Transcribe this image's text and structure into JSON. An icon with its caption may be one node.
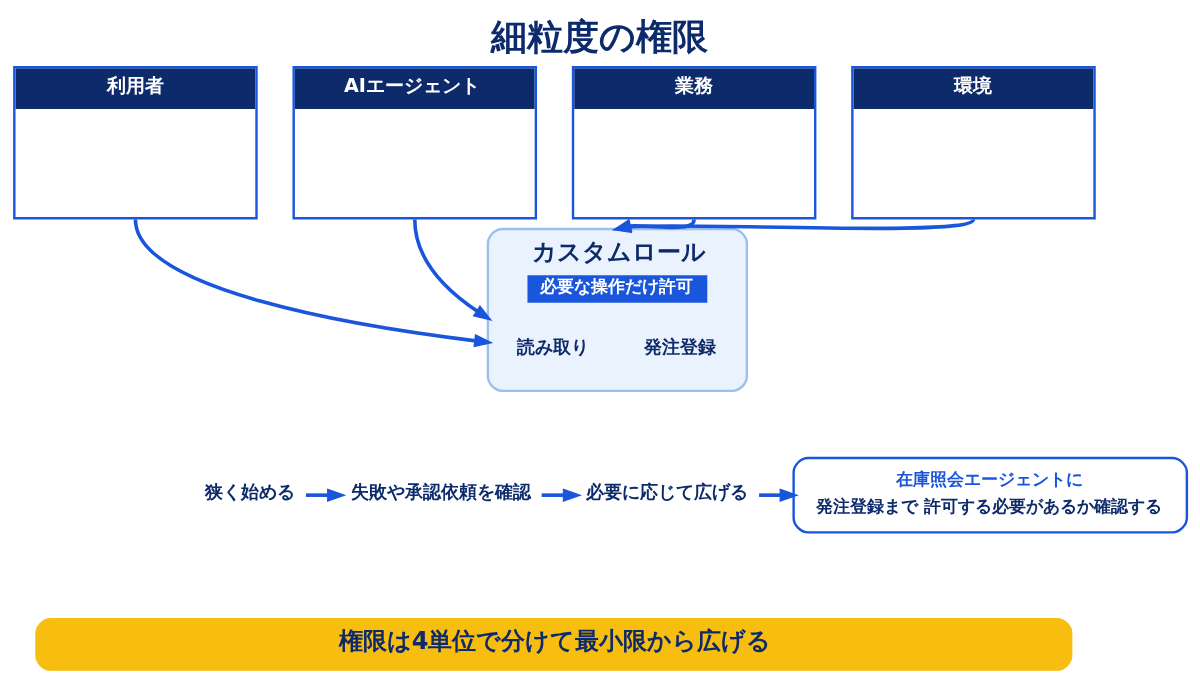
{
  "diagram": {
    "title": "細粒度の権限",
    "nodes": [
      {
        "text": [
          "利用者"
        ]
      },
      {
        "text": [
          "AIエージェント"
        ]
      },
      {
        "text": [
          "業務"
        ]
      },
      {
        "text": [
          "環境"
        ]
      },
      {
        "text": [
          "カスタムロール",
          "必要な操作だけ許可"
        ]
      },
      {
        "text": [
          "読み取り"
        ],
        "in": 4
      },
      {
        "text": [
          "発注登録"
        ],
        "in": 4
      },
      {
        "text": [
          "狭く始める"
        ]
      },
      {
        "text": [
          "失敗や承認依頼を確認"
        ]
      },
      {
        "text": [
          "必要に応じて広げる"
        ]
      },
      {
        "text": [
          "在庫照会エージェントに",
          "発注登録まで 許可する必要があるか確認する"
        ]
      },
      {
        "text": [
          "権限は4単位で分けて最小限から広げる"
        ]
      }
    ],
    "edges": [
      {
        "from": 0,
        "to": 4,
        "arrow": "to"
      },
      {
        "from": 1,
        "to": 4,
        "arrow": "to"
      },
      {
        "from": 2,
        "to": 4,
        "arrow": "to"
      },
      {
        "from": 3,
        "to": 4,
        "arrow": "to"
      },
      {
        "from": 7,
        "to": 8,
        "arrow": "to"
      },
      {
        "from": 8,
        "to": 9,
        "arrow": "to"
      },
      {
        "from": 9,
        "to": 10,
        "arrow": "to"
      }
    ]
  }
}
